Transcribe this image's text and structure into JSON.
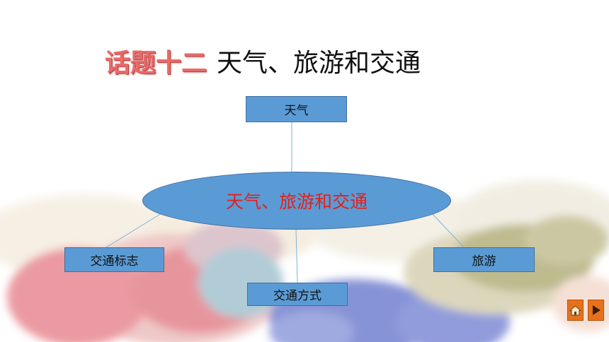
{
  "title": {
    "prefix": "话题十二",
    "main": "天气、旅游和交通"
  },
  "mindmap": {
    "center": "天气、旅游和交通",
    "branches": {
      "top": "天气",
      "left": "交通标志",
      "bottom": "交通方式",
      "right": "旅游"
    }
  },
  "nav": {
    "home_icon": "home-icon",
    "next_icon": "play-next-icon"
  },
  "colors": {
    "node_fill": "#5b9bd5",
    "center_text": "#e3201b",
    "title_prefix": "#ea6a6a",
    "nav_button": "#e8721c"
  }
}
